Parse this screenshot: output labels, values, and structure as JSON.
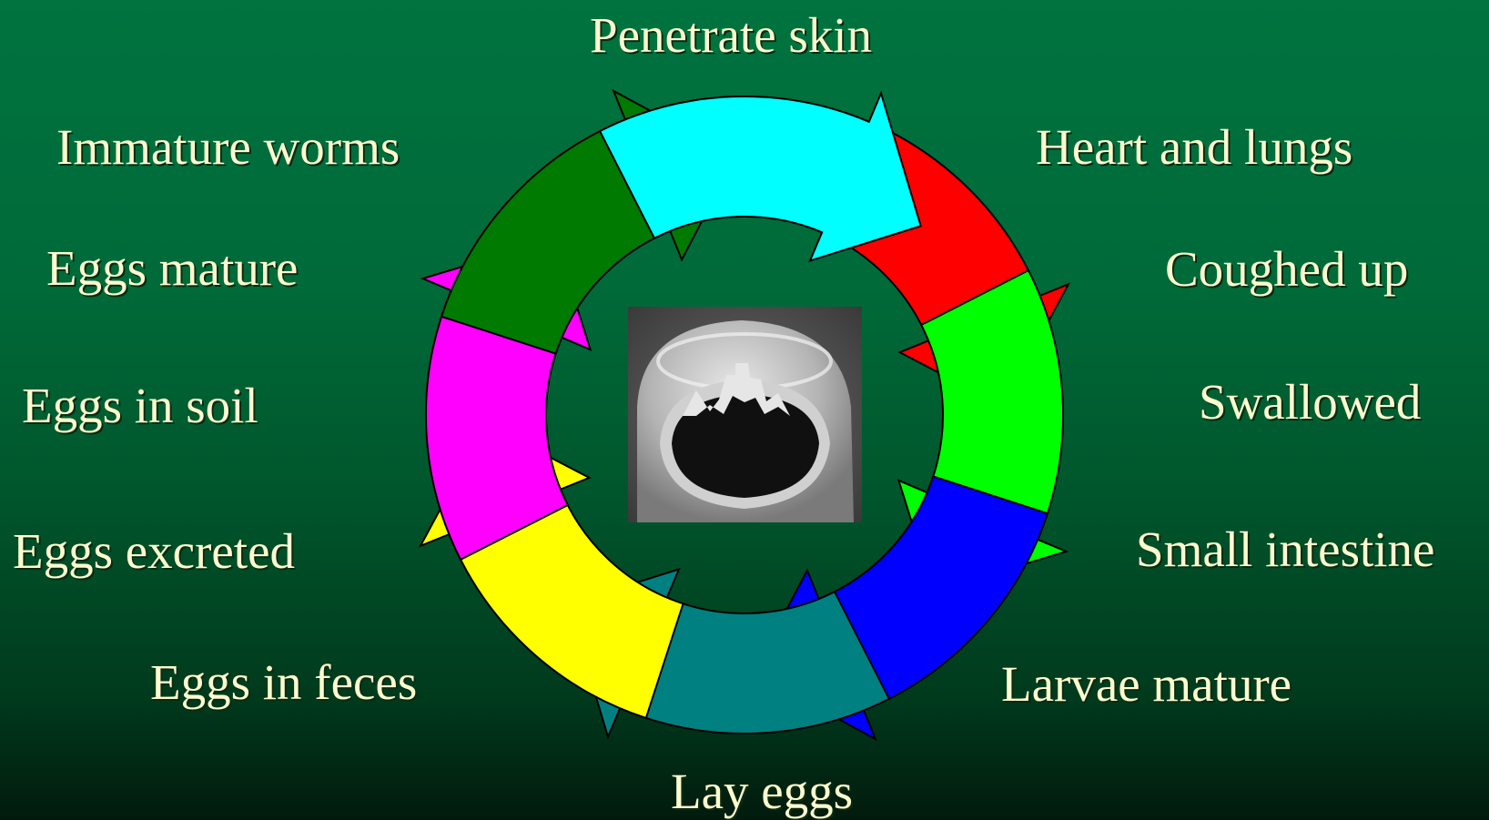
{
  "labels": {
    "penetrate_skin": "Penetrate skin",
    "heart_and_lungs": "Heart and lungs",
    "coughed_up": "Coughed up",
    "swallowed": "Swallowed",
    "small_intestine": "Small intestine",
    "larvae_mature": "Larvae mature",
    "lay_eggs": "Lay eggs",
    "eggs_in_feces": "Eggs in feces",
    "eggs_excreted": "Eggs excreted",
    "eggs_in_soil": "Eggs in soil",
    "eggs_mature": "Eggs mature",
    "immature_worms": "Immature worms"
  },
  "arrow_colors": {
    "red": "#ff0000",
    "green": "#00ff00",
    "blue": "#0000ff",
    "teal": "#008080",
    "yellow": "#ffff00",
    "magenta": "#ff00ff",
    "dark_green": "#007a00",
    "cyan": "#00ffff"
  },
  "center_image": {
    "subject": "hookworm mouth (electron micrograph)"
  }
}
